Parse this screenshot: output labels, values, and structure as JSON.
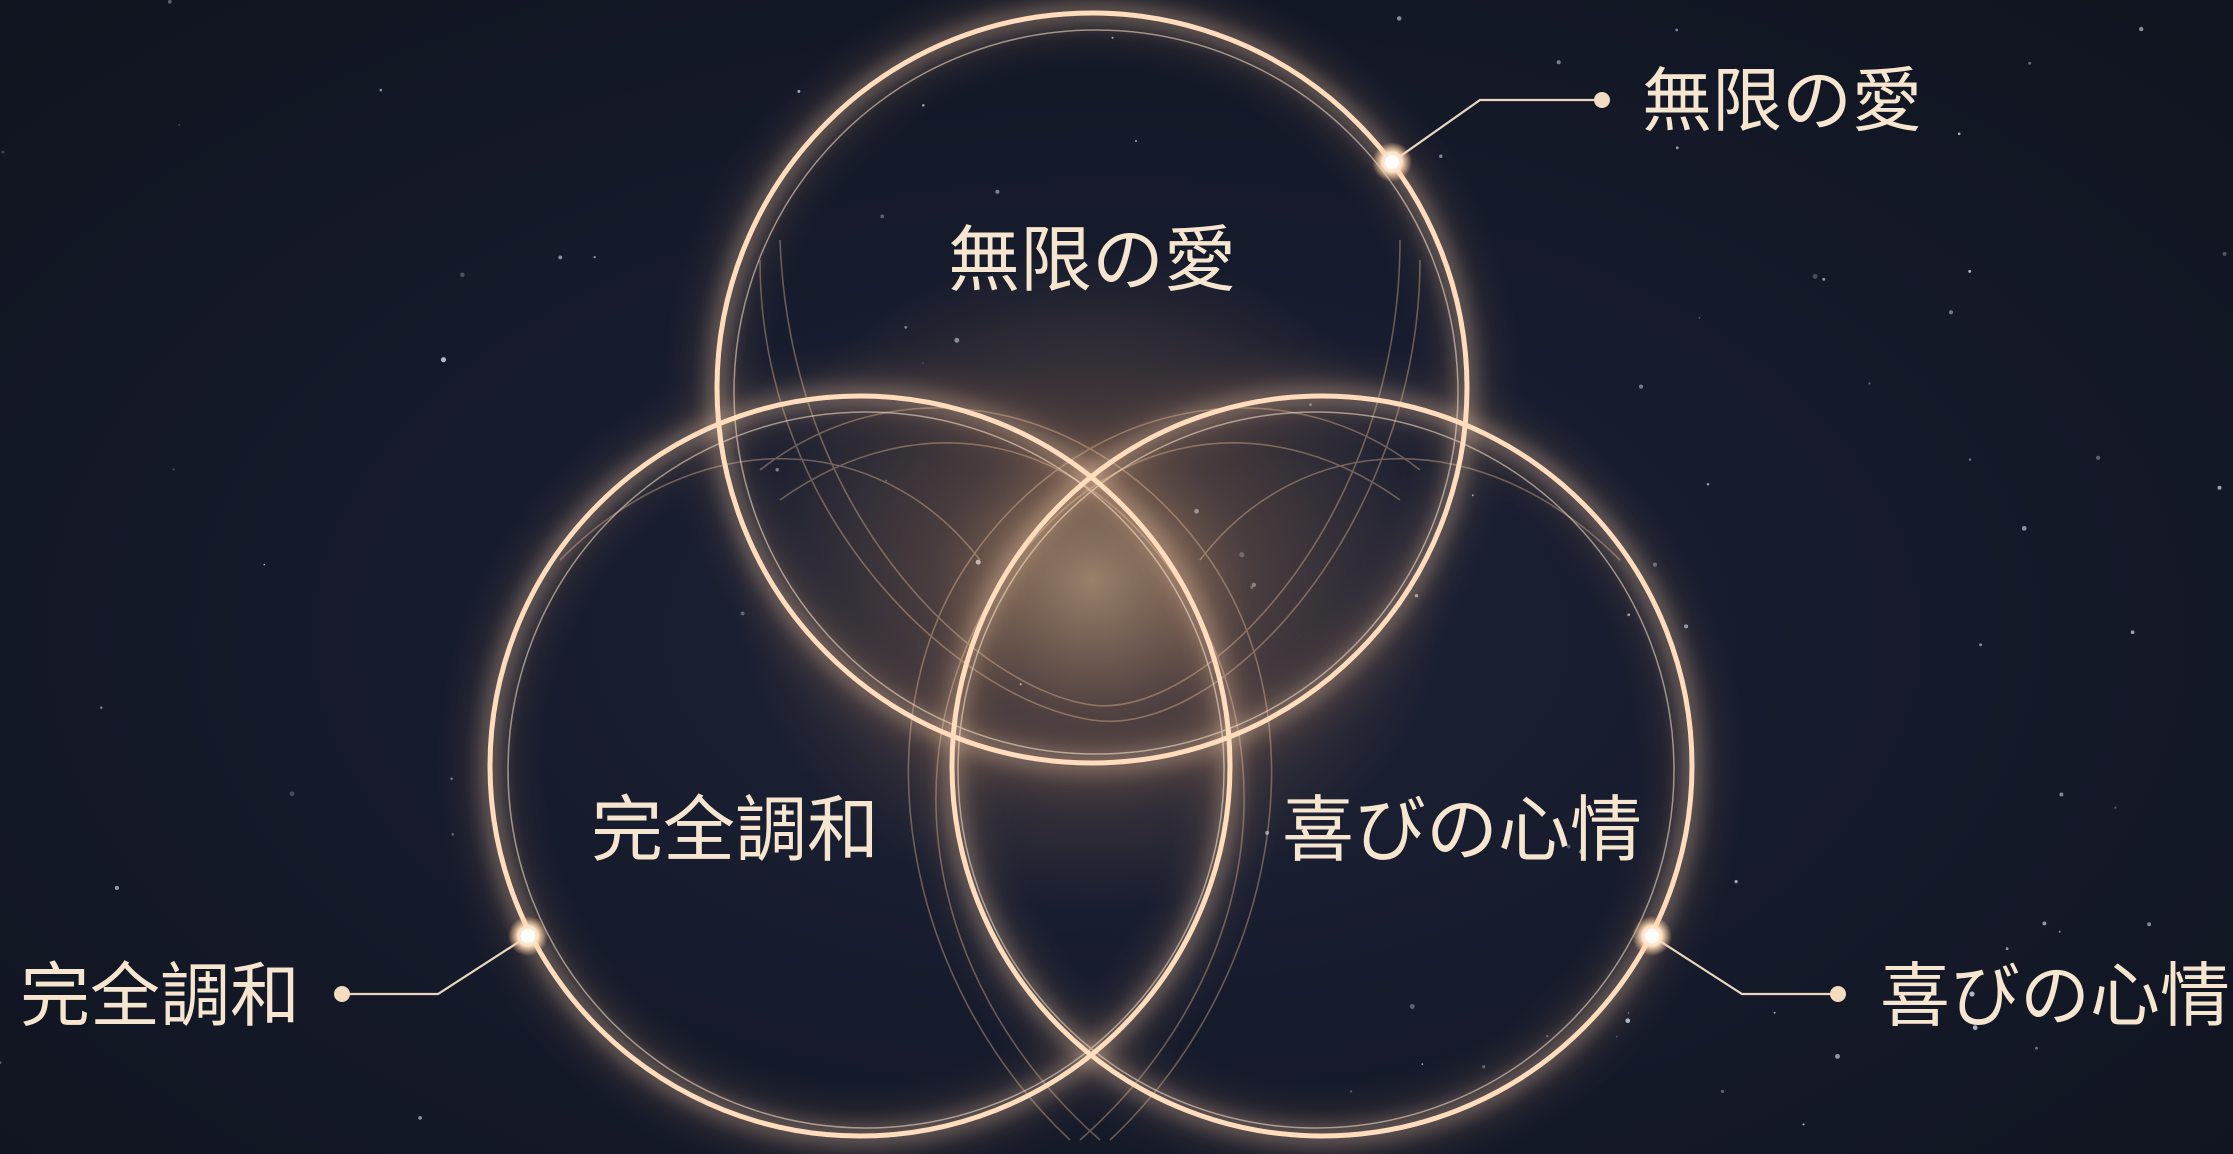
{
  "diagram": {
    "type": "venn-3",
    "circles": [
      {
        "id": "top",
        "label": "無限の愛"
      },
      {
        "id": "left",
        "label": "完全調和"
      },
      {
        "id": "right",
        "label": "喜びの心情"
      }
    ],
    "callouts": {
      "top": "無限の愛",
      "left": "完全調和",
      "right": "喜びの心情"
    },
    "colors": {
      "background": "#141a2b",
      "ring": "#ffd8b4",
      "glow": "#ffb676",
      "text": "#f6e6cf"
    }
  }
}
